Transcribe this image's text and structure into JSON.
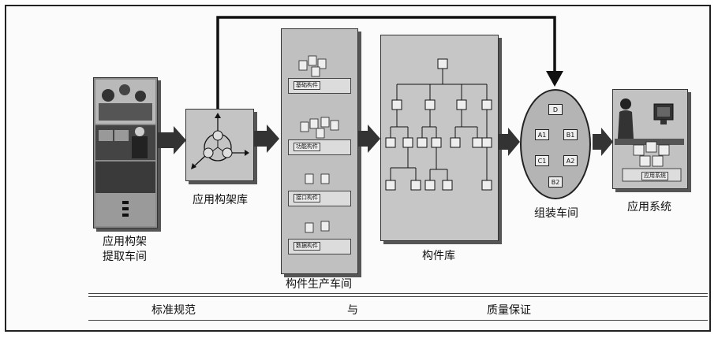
{
  "labels": {
    "extract_workshop_line1": "应用构架",
    "extract_workshop_line2": "提取车间",
    "framework_library": "应用构架库",
    "component_production": "构件生产车间",
    "component_library": "构件库",
    "assembly_workshop": "组装车间",
    "application_system": "应用系统"
  },
  "trays": [
    "基础构件",
    "功能构件",
    "接口构件",
    "数据构件"
  ],
  "assembly_boxes": [
    "D",
    "A1",
    "B1",
    "C1",
    "A2",
    "B2"
  ],
  "system_tray_label": "应用系统",
  "footer": {
    "left": "标准规范",
    "middle": "与",
    "right": "质量保证"
  }
}
